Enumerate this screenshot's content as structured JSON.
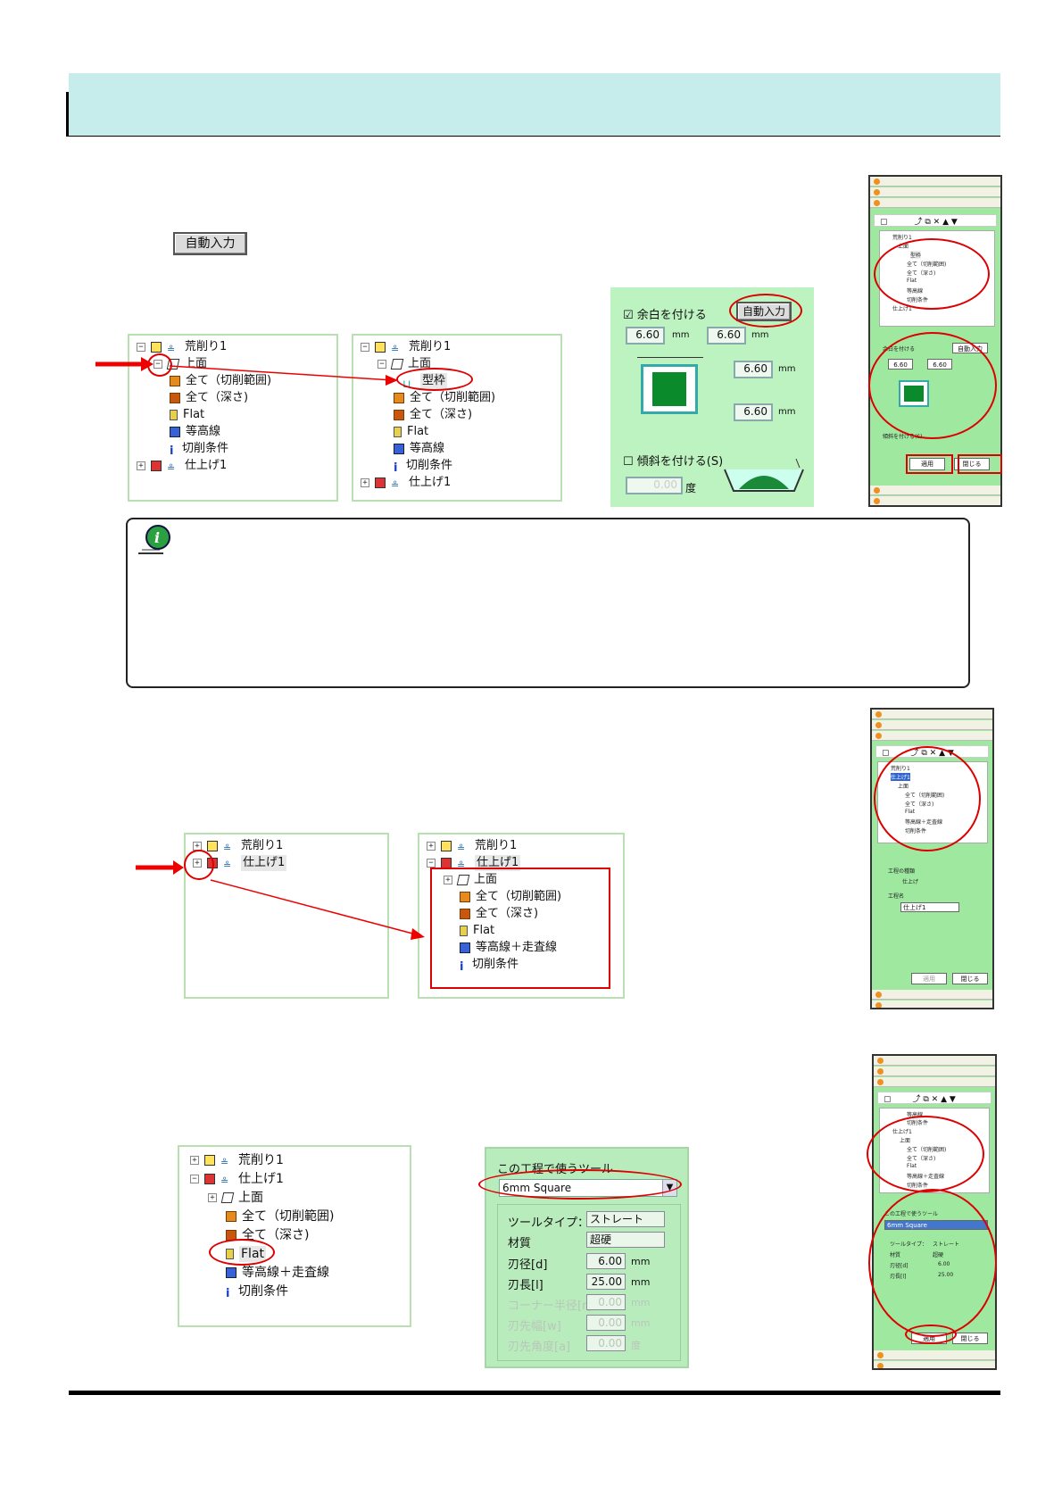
{
  "header": {
    "title": ""
  },
  "auto_button": {
    "label": "自動入力"
  },
  "tree_a": {
    "rows": [
      "荒削り1",
      "上面",
      "全て（切削範囲)",
      "全て（深さ)",
      "Flat",
      "等高線",
      "切削条件",
      "仕上げ1"
    ]
  },
  "tree_b": {
    "rows": [
      "荒削り1",
      "上面",
      "型枠",
      "全て（切削範囲)",
      "全て（深さ)",
      "Flat",
      "等高線",
      "切削条件",
      "仕上げ1"
    ]
  },
  "margin_panel": {
    "margin_checkbox_label": "余白を付ける",
    "auto_button": "自動入力",
    "value_x": "6.60",
    "value_y": "6.60",
    "value_side1": "6.60",
    "value_side2": "6.60",
    "unit": "mm",
    "slope_checkbox_label": "傾斜を付ける(S)",
    "slope_value": "0.00",
    "slope_unit": "度"
  },
  "tree_c": {
    "rows": [
      "荒削り1",
      "仕上げ1"
    ]
  },
  "tree_d": {
    "rows": [
      "荒削り1",
      "仕上げ1",
      "上面",
      "全て（切削範囲)",
      "全て（深さ)",
      "Flat",
      "等高線＋走査線",
      "切削条件"
    ]
  },
  "tree_e": {
    "rows": [
      "荒削り1",
      "仕上げ1",
      "上面",
      "全て（切削範囲)",
      "全て（深さ)",
      "Flat",
      "等高線＋走査線",
      "切削条件"
    ]
  },
  "tool_panel": {
    "title": "この工程で使うツール",
    "select_value": "6mm Square",
    "tool_type_label": "ツールタイプ：",
    "tool_type_value": "ストレート",
    "material_label": "材質",
    "material_value": "超硬",
    "diameter_label": "刃径[d]",
    "diameter_value": "6.00",
    "length_label": "刃長[l]",
    "length_value": "25.00",
    "corner_label": "コーナー半径[r]",
    "corner_value": "0.00",
    "tipwidth_label": "刃先幅[w]",
    "tipwidth_value": "0.00",
    "tipangle_label": "刃先角度[a]",
    "tipangle_value": "0.00",
    "unit_mm": "mm",
    "unit_deg": "度"
  },
  "side_panel_1": {
    "apply": "適用",
    "close": "閉じる",
    "margin": "余白を付ける",
    "auto": "自動入力",
    "slope": "傾斜を付ける(S)",
    "v1": "6.60",
    "v2": "6.60",
    "rows": [
      "荒削り1",
      "上面",
      "型枠",
      "全て（切削範囲)",
      "全て（深さ)",
      "Flat",
      "等高線",
      "切削条件",
      "仕上げ1"
    ]
  },
  "side_panel_2": {
    "apply": "適用",
    "close": "閉じる",
    "kind_label": "工程の種類",
    "kind_value": "仕上げ",
    "name_label": "工程名",
    "name_value": "仕上げ1",
    "rows": [
      "荒削り1",
      "仕上げ1",
      "上面",
      "全て（切削範囲)",
      "全て（深さ)",
      "Flat",
      "等高線＋走査線",
      "切削条件"
    ]
  },
  "side_panel_3": {
    "apply": "適用",
    "close": "閉じる",
    "tool_title": "この工程で使うツール",
    "tool_select": "6mm Square",
    "rows": [
      "等高線",
      "切削条件",
      "仕上げ1",
      "上面",
      "全て（切削範囲)",
      "全て（深さ)",
      "Flat",
      "等高線＋走査線",
      "切削条件"
    ],
    "tt": "ツールタイプ：",
    "ttv": "ストレート",
    "mat": "材質",
    "matv": "超硬",
    "d": "刃径[d]",
    "dv": "6.00",
    "l": "刃長[l]",
    "lv": "25.00"
  },
  "colors": {
    "accent_red": "#dd0000",
    "panel_green": "#bdf3c0",
    "header_teal": "#c6ecec"
  }
}
